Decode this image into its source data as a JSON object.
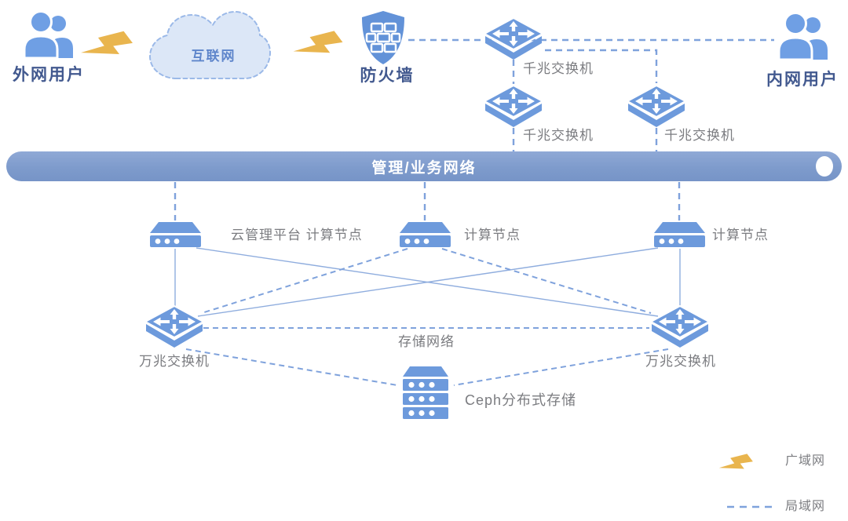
{
  "nodes": {
    "external_users": "外网用户",
    "internet": "互联网",
    "firewall": "防火墙",
    "gigabit_switch_top": "千兆交换机",
    "gigabit_switch_mid_left": "千兆交换机",
    "gigabit_switch_mid_right": "千兆交换机",
    "internal_users": "内网用户",
    "management_network_bar": "管理/业务网络",
    "cloud_mgmt_compute_node": "云管理平台 计算节点",
    "compute_node_center": "计算节点",
    "compute_node_right": "计算节点",
    "tengig_switch_left": "万兆交换机",
    "tengig_switch_right": "万兆交换机",
    "storage_network": "存储网络",
    "ceph_storage": "Ceph分布式存储"
  },
  "legend": {
    "wan_label": "广域网",
    "lan_label": "局域网"
  },
  "icons": {
    "external_users": "users-icon",
    "internal_users": "users-icon",
    "internet": "cloud-icon",
    "firewall": "firewall-shield-icon",
    "switches": "network-switch-icon",
    "compute_nodes": "server-icon",
    "ceph_storage": "storage-stack-icon",
    "wan_link": "lightning-bolt-icon",
    "lan_link": "dashed-line-icon"
  },
  "colors": {
    "icon_blue": "#6d9adc",
    "users_blue": "#6f9fe4",
    "shield_blue": "#6292d8",
    "cloud_fill": "#dce7f7",
    "cloud_border": "#9bb9e8",
    "bar_blue": "#7e9bcc",
    "line_blue": "#8fadde",
    "dashed_line_blue": "#7fa2dc",
    "bolt_gold": "#e9b54e",
    "label_dark": "#42598f",
    "label_gray": "#7b7c80",
    "internet_text": "#5f86cb"
  }
}
